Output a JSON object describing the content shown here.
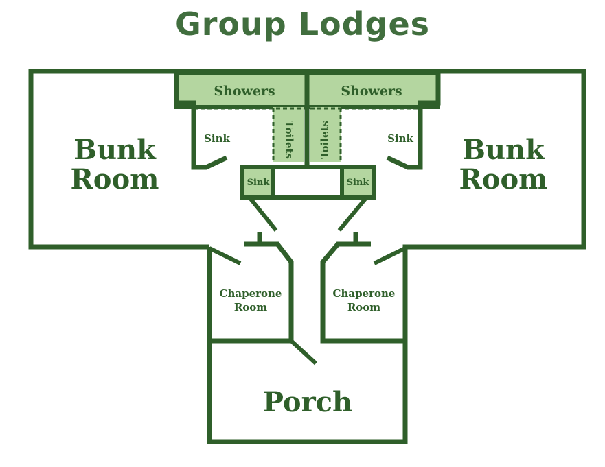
{
  "title": "Group Lodges",
  "colors": {
    "wall": "#2f5f2a",
    "wet_area": "#b4d6a0",
    "title": "#416e3e",
    "background": "#ffffff"
  },
  "rooms": {
    "bunk_left": {
      "line1": "Bunk",
      "line2": "Room"
    },
    "bunk_right": {
      "line1": "Bunk",
      "line2": "Room"
    },
    "showers_left": "Showers",
    "showers_right": "Showers",
    "toilets_left": "Toilets",
    "toilets_right": "Toilets",
    "sink_left_upper": "Sink",
    "sink_right_upper": "Sink",
    "sink_left_lower": "Sink",
    "sink_right_lower": "Sink",
    "chaperone_left": {
      "line1": "Chaperone",
      "line2": "Room"
    },
    "chaperone_right": {
      "line1": "Chaperone",
      "line2": "Room"
    },
    "porch": "Porch"
  }
}
